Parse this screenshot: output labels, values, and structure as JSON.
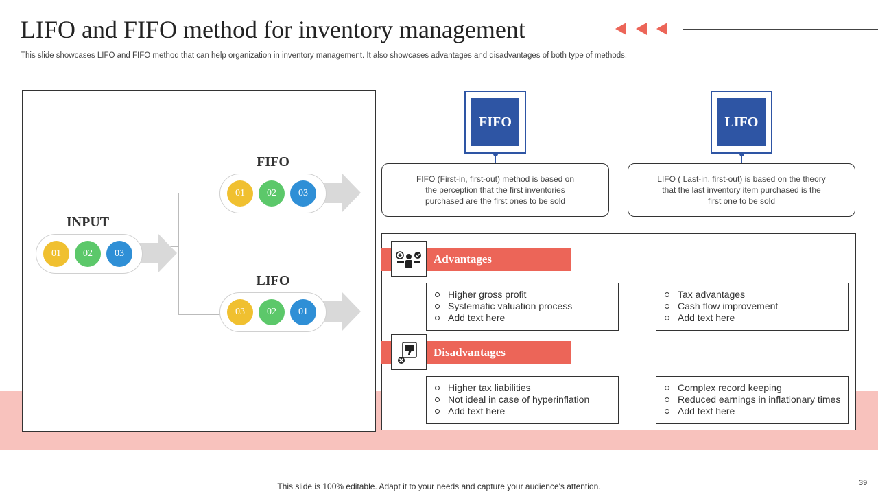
{
  "header": {
    "title": "LIFO and FIFO method for inventory management",
    "subtitle": "This slide showcases LIFO and FIFO  method that can help organization in inventory management. It also showcases advantages and disadvantages of both type  of methods.",
    "accent_color": "#ec6558"
  },
  "diagram": {
    "input": {
      "label": "INPUT",
      "items": [
        "01",
        "02",
        "03"
      ]
    },
    "fifo": {
      "label": "FIFO",
      "items": [
        "01",
        "02",
        "03"
      ]
    },
    "lifo": {
      "label": "LIFO",
      "items": [
        "03",
        "02",
        "01"
      ]
    }
  },
  "methods": {
    "fifo": {
      "label": "FIFO",
      "description": "FIFO (First-in, first-out) method is based on the perception that the first inventories purchased are the first ones to be sold"
    },
    "lifo": {
      "label": "LIFO",
      "description": "LIFO ( Last-in, first-out) is based on the theory that the last inventory  item purchased is the first one to be sold"
    }
  },
  "analysis": {
    "advantages": {
      "title": "Advantages",
      "fifo_items": [
        "Higher gross profit",
        "Systematic valuation process",
        "Add text here"
      ],
      "lifo_items": [
        "Tax advantages",
        "Cash flow improvement",
        "Add text here"
      ]
    },
    "disadvantages": {
      "title": "Disadvantages",
      "fifo_items": [
        "Higher tax liabilities",
        "Not ideal in case of hyperinflation",
        "Add text here"
      ],
      "lifo_items": [
        "Complex record keeping",
        "Reduced earnings in inflationary times",
        "Add text here"
      ]
    }
  },
  "icons": {
    "advantages": "scale-plus-icon",
    "disadvantages": "thumbs-down-icon",
    "nav": "triple-left-arrow-icon"
  },
  "footer": {
    "note": "This slide is 100% editable. Adapt it to your needs and capture your audience's attention.",
    "page_number": "39"
  }
}
